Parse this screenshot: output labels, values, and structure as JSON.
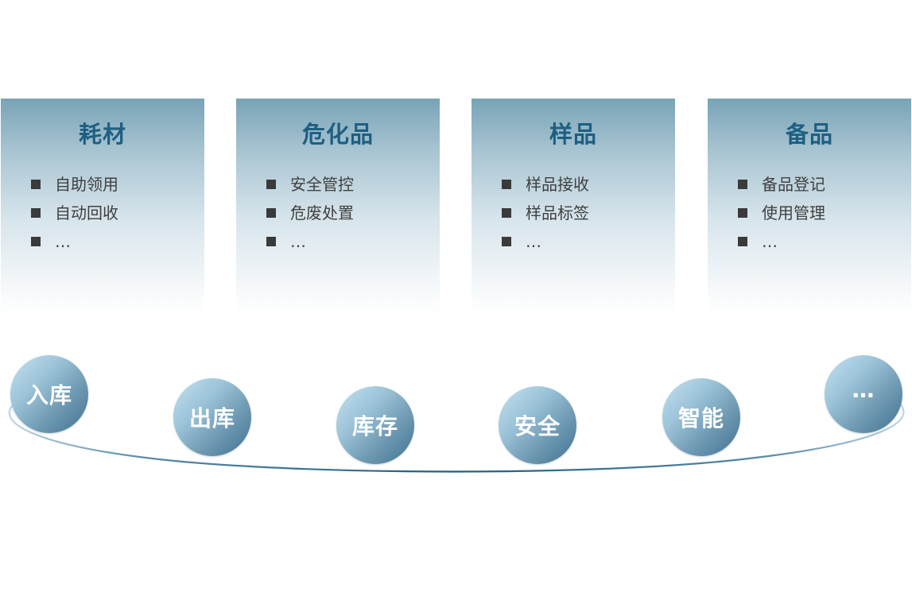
{
  "categories": [
    {
      "title": "耗材",
      "items": [
        "自助领用",
        "自动回收",
        "…"
      ]
    },
    {
      "title": "危化品",
      "items": [
        "安全管控",
        "危废处置",
        "…"
      ]
    },
    {
      "title": "样品",
      "items": [
        "样品接收",
        "样品标签",
        "…"
      ]
    },
    {
      "title": "备品",
      "items": [
        "备品登记",
        "使用管理",
        "…"
      ]
    }
  ],
  "process_steps": [
    "入库",
    "出库",
    "库存",
    "安全",
    "智能",
    "…"
  ],
  "colors": {
    "title": "#1e5f82",
    "card_top": "#78a3b6",
    "circle_light": "#c4e2f1",
    "circle_dark": "#41708f",
    "arc": "#2a6685"
  }
}
